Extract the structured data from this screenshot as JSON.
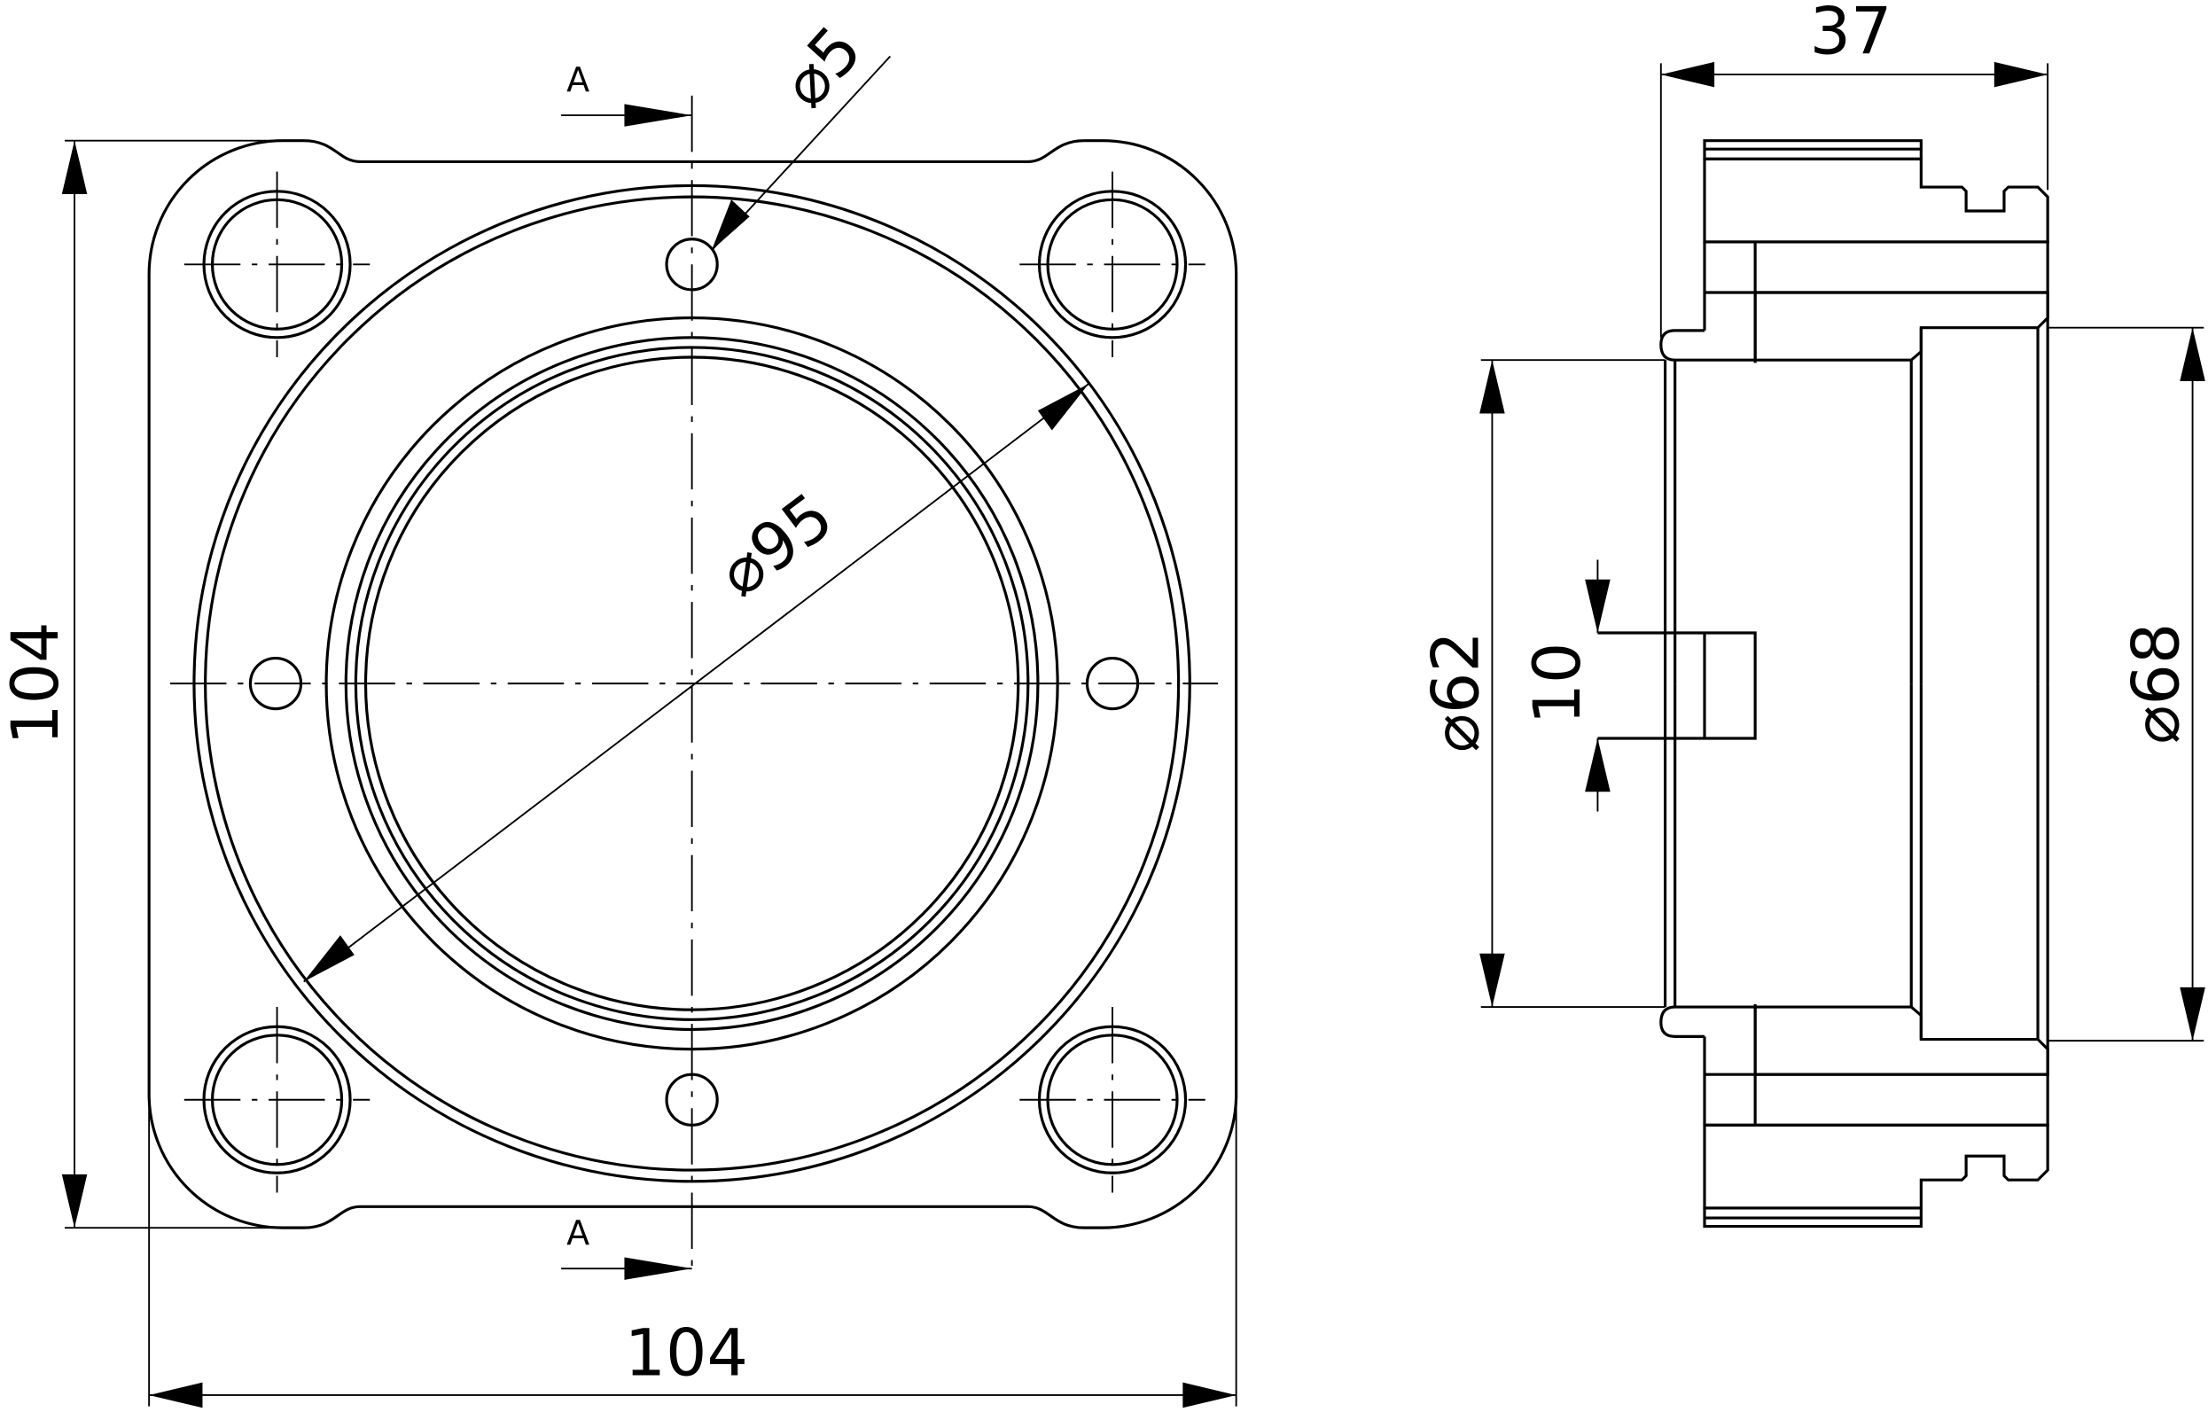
{
  "front_view": {
    "dim_height": "104",
    "dim_width": "104",
    "dim_bore": "⌀95",
    "dim_hole": "⌀5",
    "section_top": "A",
    "section_bottom": "A"
  },
  "side_view": {
    "dim_length": "37",
    "dim_inner": "⌀62",
    "dim_outer": "⌀68",
    "dim_key": "10"
  }
}
